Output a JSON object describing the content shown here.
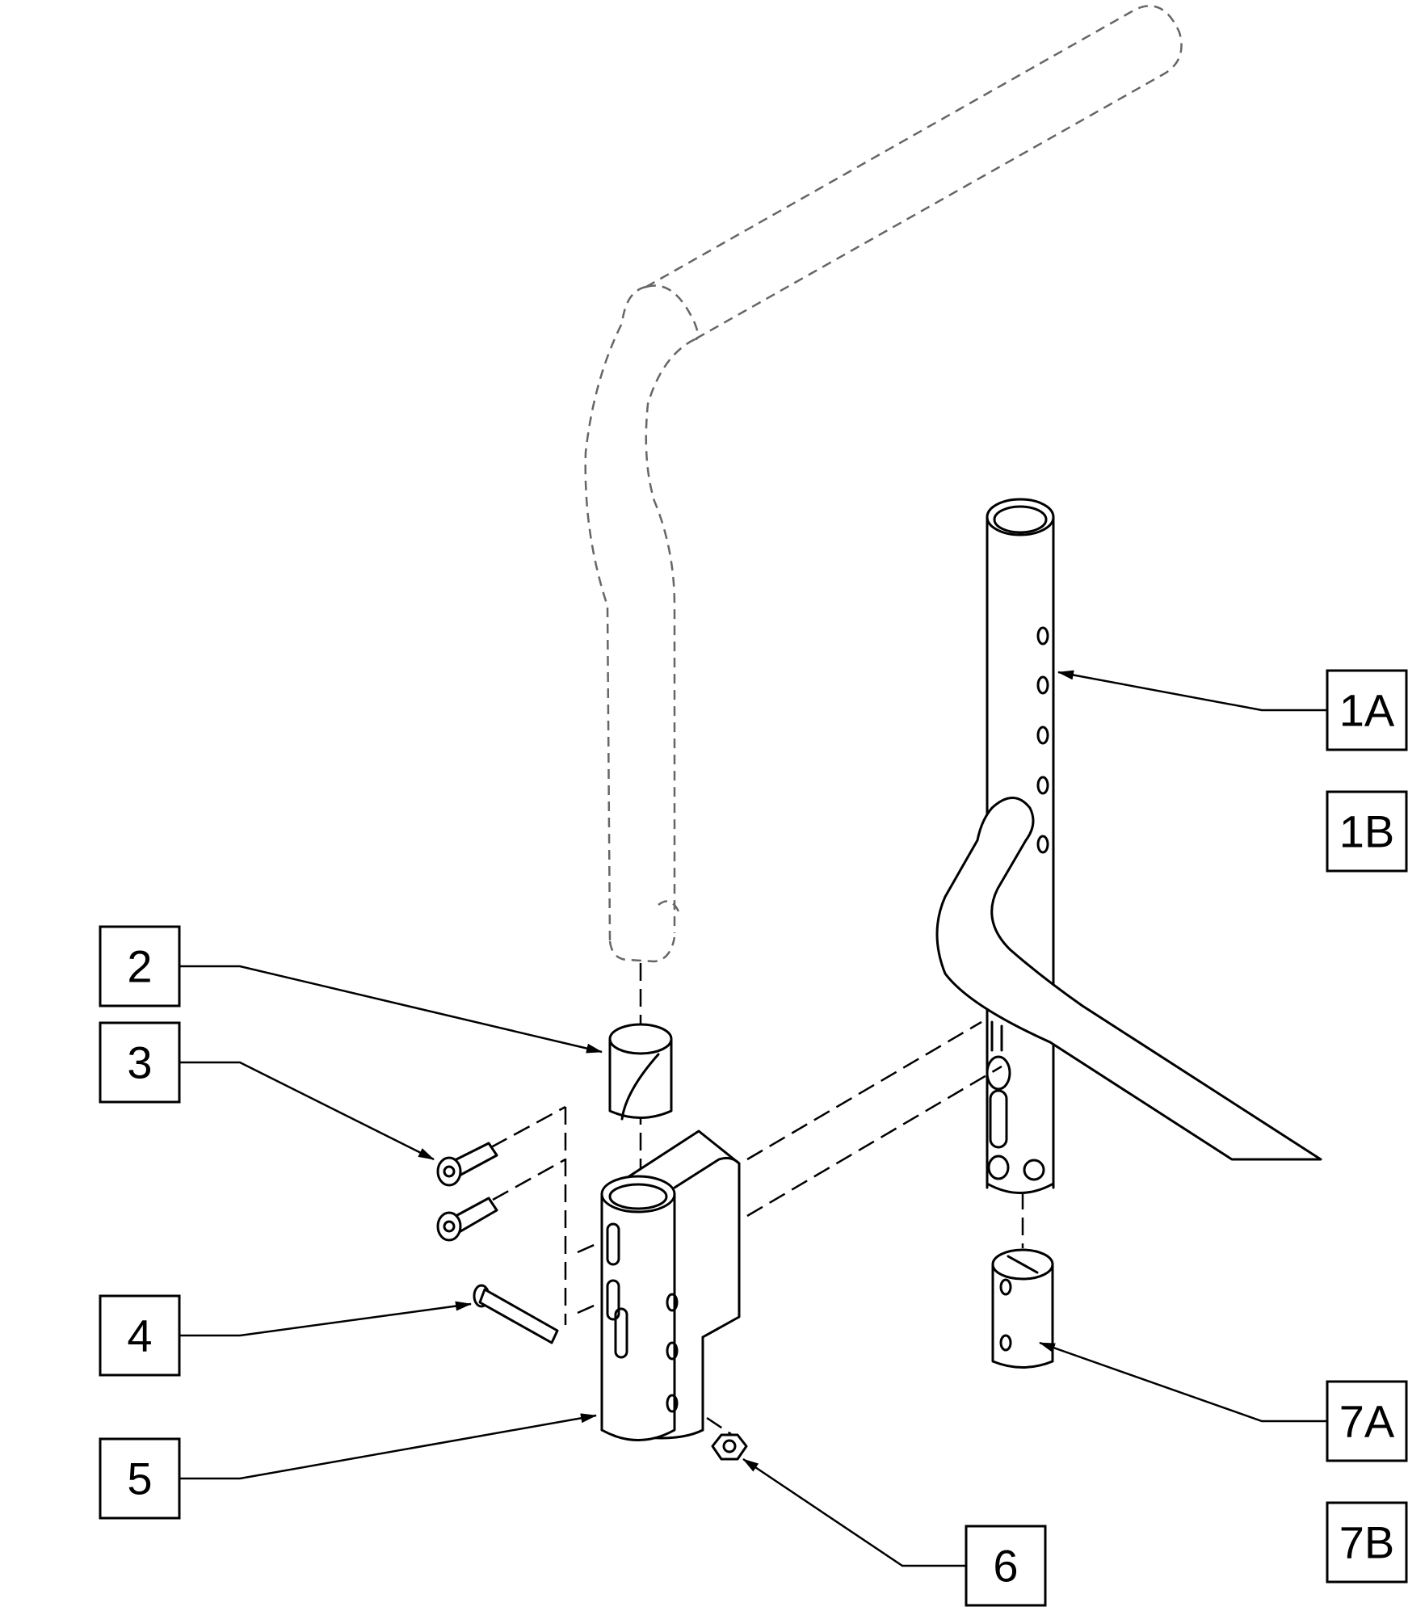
{
  "callouts": [
    {
      "id": "1A",
      "label": "1A"
    },
    {
      "id": "1B",
      "label": "1B"
    },
    {
      "id": "2",
      "label": "2"
    },
    {
      "id": "3",
      "label": "3"
    },
    {
      "id": "4",
      "label": "4"
    },
    {
      "id": "5",
      "label": "5"
    },
    {
      "id": "6",
      "label": "6"
    },
    {
      "id": "7A",
      "label": "7A"
    },
    {
      "id": "7B",
      "label": "7B"
    }
  ]
}
